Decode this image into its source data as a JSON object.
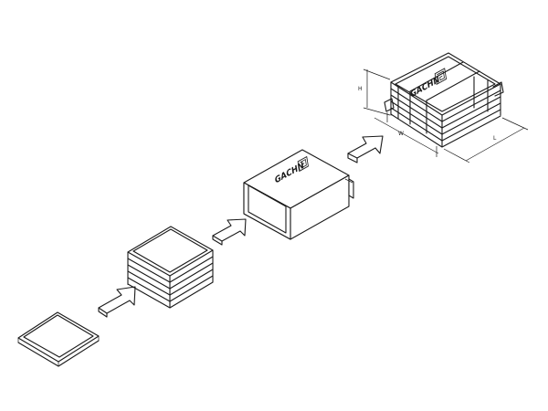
{
  "figure": {
    "logo_text_box": "GACHN",
    "logo_text_bundle": "GACHN",
    "dim_labels": {
      "height": "H",
      "width": "W",
      "length": "L"
    },
    "ink_color": "#1a1a1a",
    "background_color": "#ffffff"
  }
}
